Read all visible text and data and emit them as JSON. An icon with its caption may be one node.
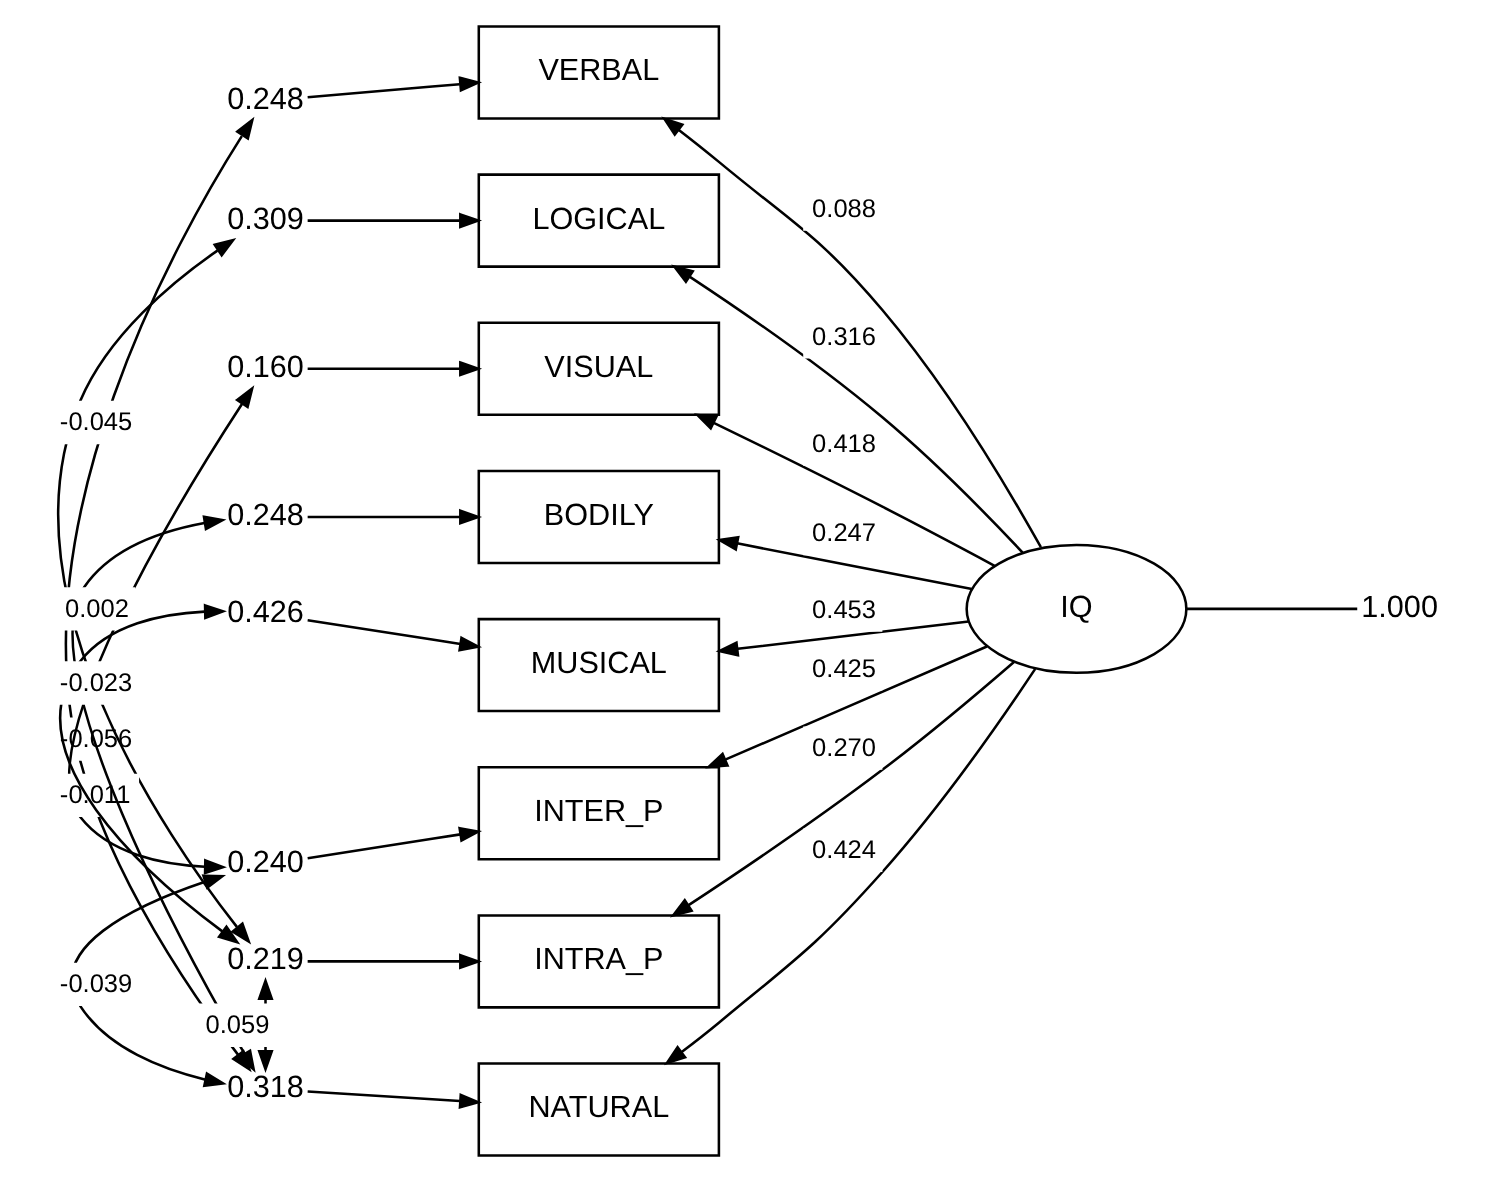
{
  "diagram": {
    "nodes": [
      {
        "text": [
          "VERBAL"
        ]
      },
      {
        "text": [
          "LOGICAL"
        ]
      },
      {
        "text": [
          "VISUAL"
        ]
      },
      {
        "text": [
          "BODILY"
        ]
      },
      {
        "text": [
          "MUSICAL"
        ]
      },
      {
        "text": [
          "INTER_P"
        ]
      },
      {
        "text": [
          "INTRA_P"
        ]
      },
      {
        "text": [
          "NATURAL"
        ]
      },
      {
        "text": [
          "IQ"
        ]
      },
      {
        "text": [
          "1.000"
        ]
      },
      {
        "text": [
          "0.248"
        ]
      },
      {
        "text": [
          "0.309"
        ]
      },
      {
        "text": [
          "0.160"
        ]
      },
      {
        "text": [
          "0.248"
        ]
      },
      {
        "text": [
          "0.426"
        ]
      },
      {
        "text": [
          "0.240"
        ]
      },
      {
        "text": [
          "0.219"
        ]
      },
      {
        "text": [
          "0.318"
        ]
      }
    ],
    "edges": [
      {
        "from": 8,
        "to": 0,
        "arrow": "to",
        "label": "0.088"
      },
      {
        "from": 8,
        "to": 1,
        "arrow": "to",
        "label": "0.316"
      },
      {
        "from": 8,
        "to": 2,
        "arrow": "to",
        "label": "0.418"
      },
      {
        "from": 8,
        "to": 3,
        "arrow": "to",
        "label": "0.247"
      },
      {
        "from": 8,
        "to": 4,
        "arrow": "to",
        "label": "0.453"
      },
      {
        "from": 8,
        "to": 5,
        "arrow": "to",
        "label": "0.425"
      },
      {
        "from": 8,
        "to": 6,
        "arrow": "to",
        "label": "0.270"
      },
      {
        "from": 8,
        "to": 7,
        "arrow": "to",
        "label": "0.424"
      },
      {
        "from": 8,
        "to": 9,
        "arrow": "none"
      },
      {
        "from": 10,
        "to": 0,
        "arrow": "to"
      },
      {
        "from": 11,
        "to": 1,
        "arrow": "to"
      },
      {
        "from": 12,
        "to": 2,
        "arrow": "to"
      },
      {
        "from": 13,
        "to": 3,
        "arrow": "to"
      },
      {
        "from": 14,
        "to": 4,
        "arrow": "to"
      },
      {
        "from": 15,
        "to": 5,
        "arrow": "to"
      },
      {
        "from": 16,
        "to": 6,
        "arrow": "to"
      },
      {
        "from": 17,
        "to": 7,
        "arrow": "to"
      },
      {
        "from": 10,
        "to": 17,
        "arrow": "both",
        "label": "-0.056"
      },
      {
        "from": 11,
        "to": 16,
        "arrow": "both",
        "label": "-0.045"
      },
      {
        "from": 12,
        "to": 15,
        "arrow": "both",
        "label": "-0.011"
      },
      {
        "from": 13,
        "to": 17,
        "arrow": "both",
        "label": "0.002"
      },
      {
        "from": 14,
        "to": 16,
        "arrow": "both",
        "label": "-0.023"
      },
      {
        "from": 15,
        "to": 17,
        "arrow": "both",
        "label": "-0.039"
      },
      {
        "from": 16,
        "to": 17,
        "arrow": "both",
        "label": "0.059"
      }
    ]
  }
}
